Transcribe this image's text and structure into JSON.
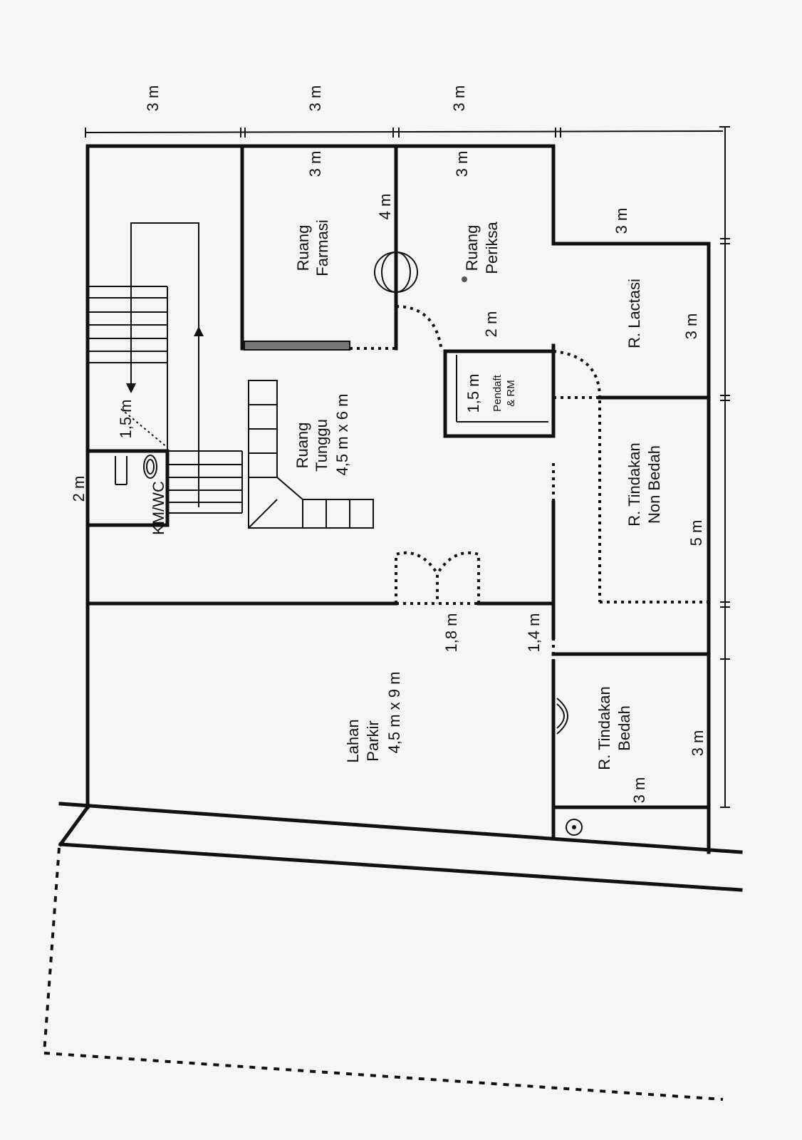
{
  "dimensions": {
    "top_seg_1": "3 m",
    "top_seg_2": "3 m",
    "top_seg_3": "3 m",
    "farmasi_width": "3 m",
    "periksa_width": "3 m",
    "farmasi_depth": "4 m",
    "periksa_depth": "2 m",
    "lactasi_top": "3 m",
    "lactasi_side": "3 m",
    "pendaft_width": "1,5 m",
    "stair_width": "1,5 m",
    "wc_width": "2 m",
    "nonbedah_side": "5 m",
    "main_door": "1,8 m",
    "side_door": "1,4 m",
    "bedah_side": "3 m",
    "bedah_bottom": "3 m"
  },
  "rooms": {
    "farmasi": [
      "Ruang",
      "Farmasi"
    ],
    "periksa": [
      "Ruang",
      "Periksa"
    ],
    "lactasi": [
      "R. Lactasi"
    ],
    "pendaft": [
      "Pendaft",
      "& RM"
    ],
    "tunggu": [
      "Ruang",
      "Tunggu",
      "4,5 m x 6 m"
    ],
    "wc": [
      "KM/WC"
    ],
    "nonbedah": [
      "R. Tindakan",
      "Non Bedah"
    ],
    "bedah": [
      "R. Tindakan",
      "Bedah"
    ],
    "parkir": [
      "Lahan",
      "Parkir",
      "4,5 m x 9 m"
    ]
  }
}
